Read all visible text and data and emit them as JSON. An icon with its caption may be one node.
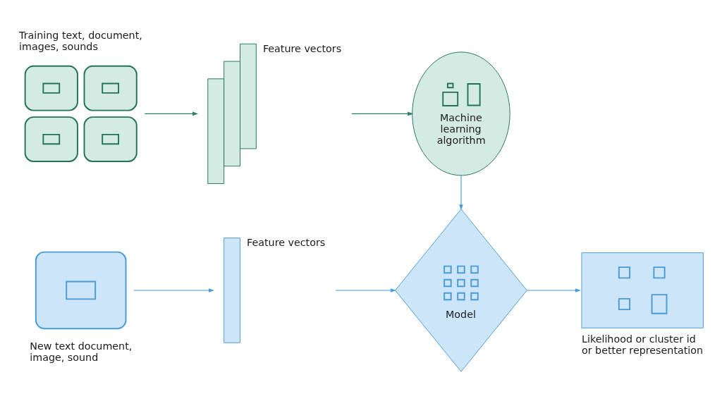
{
  "diagram": {
    "nodes": [
      {
        "text": [],
        "shape": "picture",
        "beside": [
          "Training text, document, images, sounds"
        ]
      },
      {
        "text": [],
        "shape": "bar",
        "beside": [
          "Feature vectors"
        ]
      },
      {
        "text": [
          "Machine learning algorithm"
        ]
      },
      {
        "text": [],
        "shape": "picture",
        "beside": [
          "New text document, image, sound"
        ]
      },
      {
        "text": [],
        "shape": "bar",
        "beside": [
          "Feature vectors"
        ]
      },
      {
        "text": [
          "Model"
        ]
      },
      {
        "text": [],
        "shape": "box",
        "beside": [
          "Likelihood or cluster id or better representation"
        ]
      }
    ],
    "edges": [
      {
        "from": 0,
        "to": 1,
        "arrow": "to",
        "color": "#2a8068"
      },
      {
        "from": 1,
        "to": 2,
        "arrow": "to",
        "color": "#2a8068"
      },
      {
        "from": 2,
        "to": 5,
        "arrow": "to"
      },
      {
        "from": 3,
        "to": 4,
        "arrow": "to"
      },
      {
        "from": 4,
        "to": 5,
        "arrow": "to"
      },
      {
        "from": 5,
        "to": 6,
        "arrow": "to"
      }
    ]
  }
}
